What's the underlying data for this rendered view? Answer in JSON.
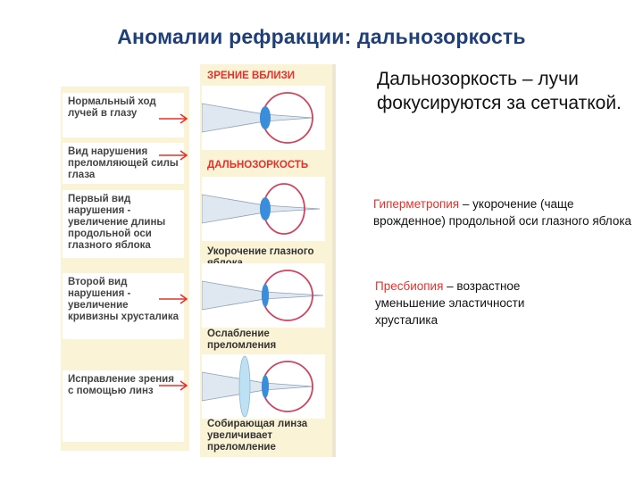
{
  "title": "Аномалии рефракции: дальнозоркость",
  "left_boxes": [
    "Нормальный ход лучей в глазу",
    "Вид нарушения преломляющей силы глаза",
    "Первый вид нарушения - увеличение длины продольной оси глазного яблока",
    "Второй вид нарушения - увеличение кривизны хрусталика",
    "Исправление зрения с помощью линз"
  ],
  "strip_labels": {
    "near_vision": "ЗРЕНИЕ ВБЛИЗИ",
    "hyperopia": "ДАЛЬНОЗОРКОСТЬ",
    "shortening": "Укорочение глазного яблока",
    "weakening": "Ослабление преломления",
    "lens": "Собирающая линза увеличивает преломление"
  },
  "right": {
    "definition": "Дальнозоркость – лучи фокусируются за сетчаткой.",
    "hypermetropia_term": "Гиперметропия",
    "hypermetropia_text": " – укорочение (чаще врожденное) продольной оси глазного яблока",
    "presbyopia_term": "Пресбиопия",
    "presbyopia_text": " – возрастное уменьшение эластичности хрусталика"
  },
  "colors": {
    "title": "#1f3f78",
    "accent_red": "#e8302a",
    "panel": "#fbf3d6",
    "eye_outline": "#d0445e",
    "lens_blue": "#3a8ddb"
  }
}
